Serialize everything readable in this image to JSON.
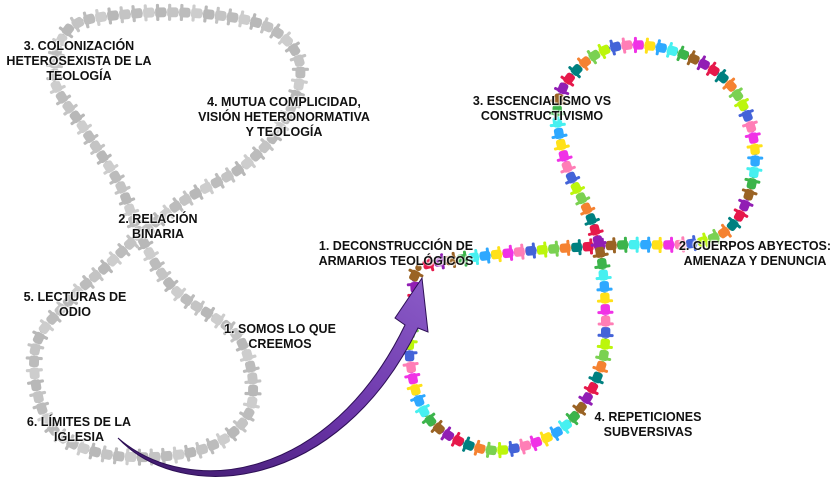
{
  "left_figure": {
    "labels": [
      {
        "id": "l1",
        "text": "1. SOMOS LO QUE\nCREEMOS"
      },
      {
        "id": "l2",
        "text": "2. RELACIÓN\nBINARIA"
      },
      {
        "id": "l3",
        "text": "3. COLONIZACIÓN\nHETEROSEXISTA DE LA\nTEOLOGÍA"
      },
      {
        "id": "l4",
        "text": "4. MUTUA COMPLICIDAD,\nVISIÓN HETERONORMATIVA\nY TEOLOGÍA"
      },
      {
        "id": "l5",
        "text": "5. LECTURAS DE\nODIO"
      },
      {
        "id": "l6",
        "text": "6. LÍMITES DE LA\nIGLESIA"
      }
    ]
  },
  "right_figure": {
    "labels": [
      {
        "id": "r1",
        "text": "1. DECONSTRUCCIÓN DE\nARMARIOS TEOLÓGICOS"
      },
      {
        "id": "r2",
        "text": "2. CUERPOS ABYECTOS:\nAMENAZA Y DENUNCIA"
      },
      {
        "id": "r3",
        "text": "3. ESCENCIALISMO VS\nCONSTRUCTIVISMO"
      },
      {
        "id": "r4",
        "text": "4. REPETICIONES\nSUBVERSIVAS"
      }
    ]
  },
  "colors": {
    "gray_figures": "#bdbdbd",
    "arrow": "#5b2d8f",
    "rainbow": [
      "#e6194b",
      "#3cb44b",
      "#ffe119",
      "#4363d8",
      "#f58231",
      "#911eb4",
      "#46f0f0",
      "#f032e6",
      "#bcf60c",
      "#008080",
      "#9a6324",
      "#2ea8ff",
      "#ff7eb6",
      "#7ad151"
    ]
  }
}
